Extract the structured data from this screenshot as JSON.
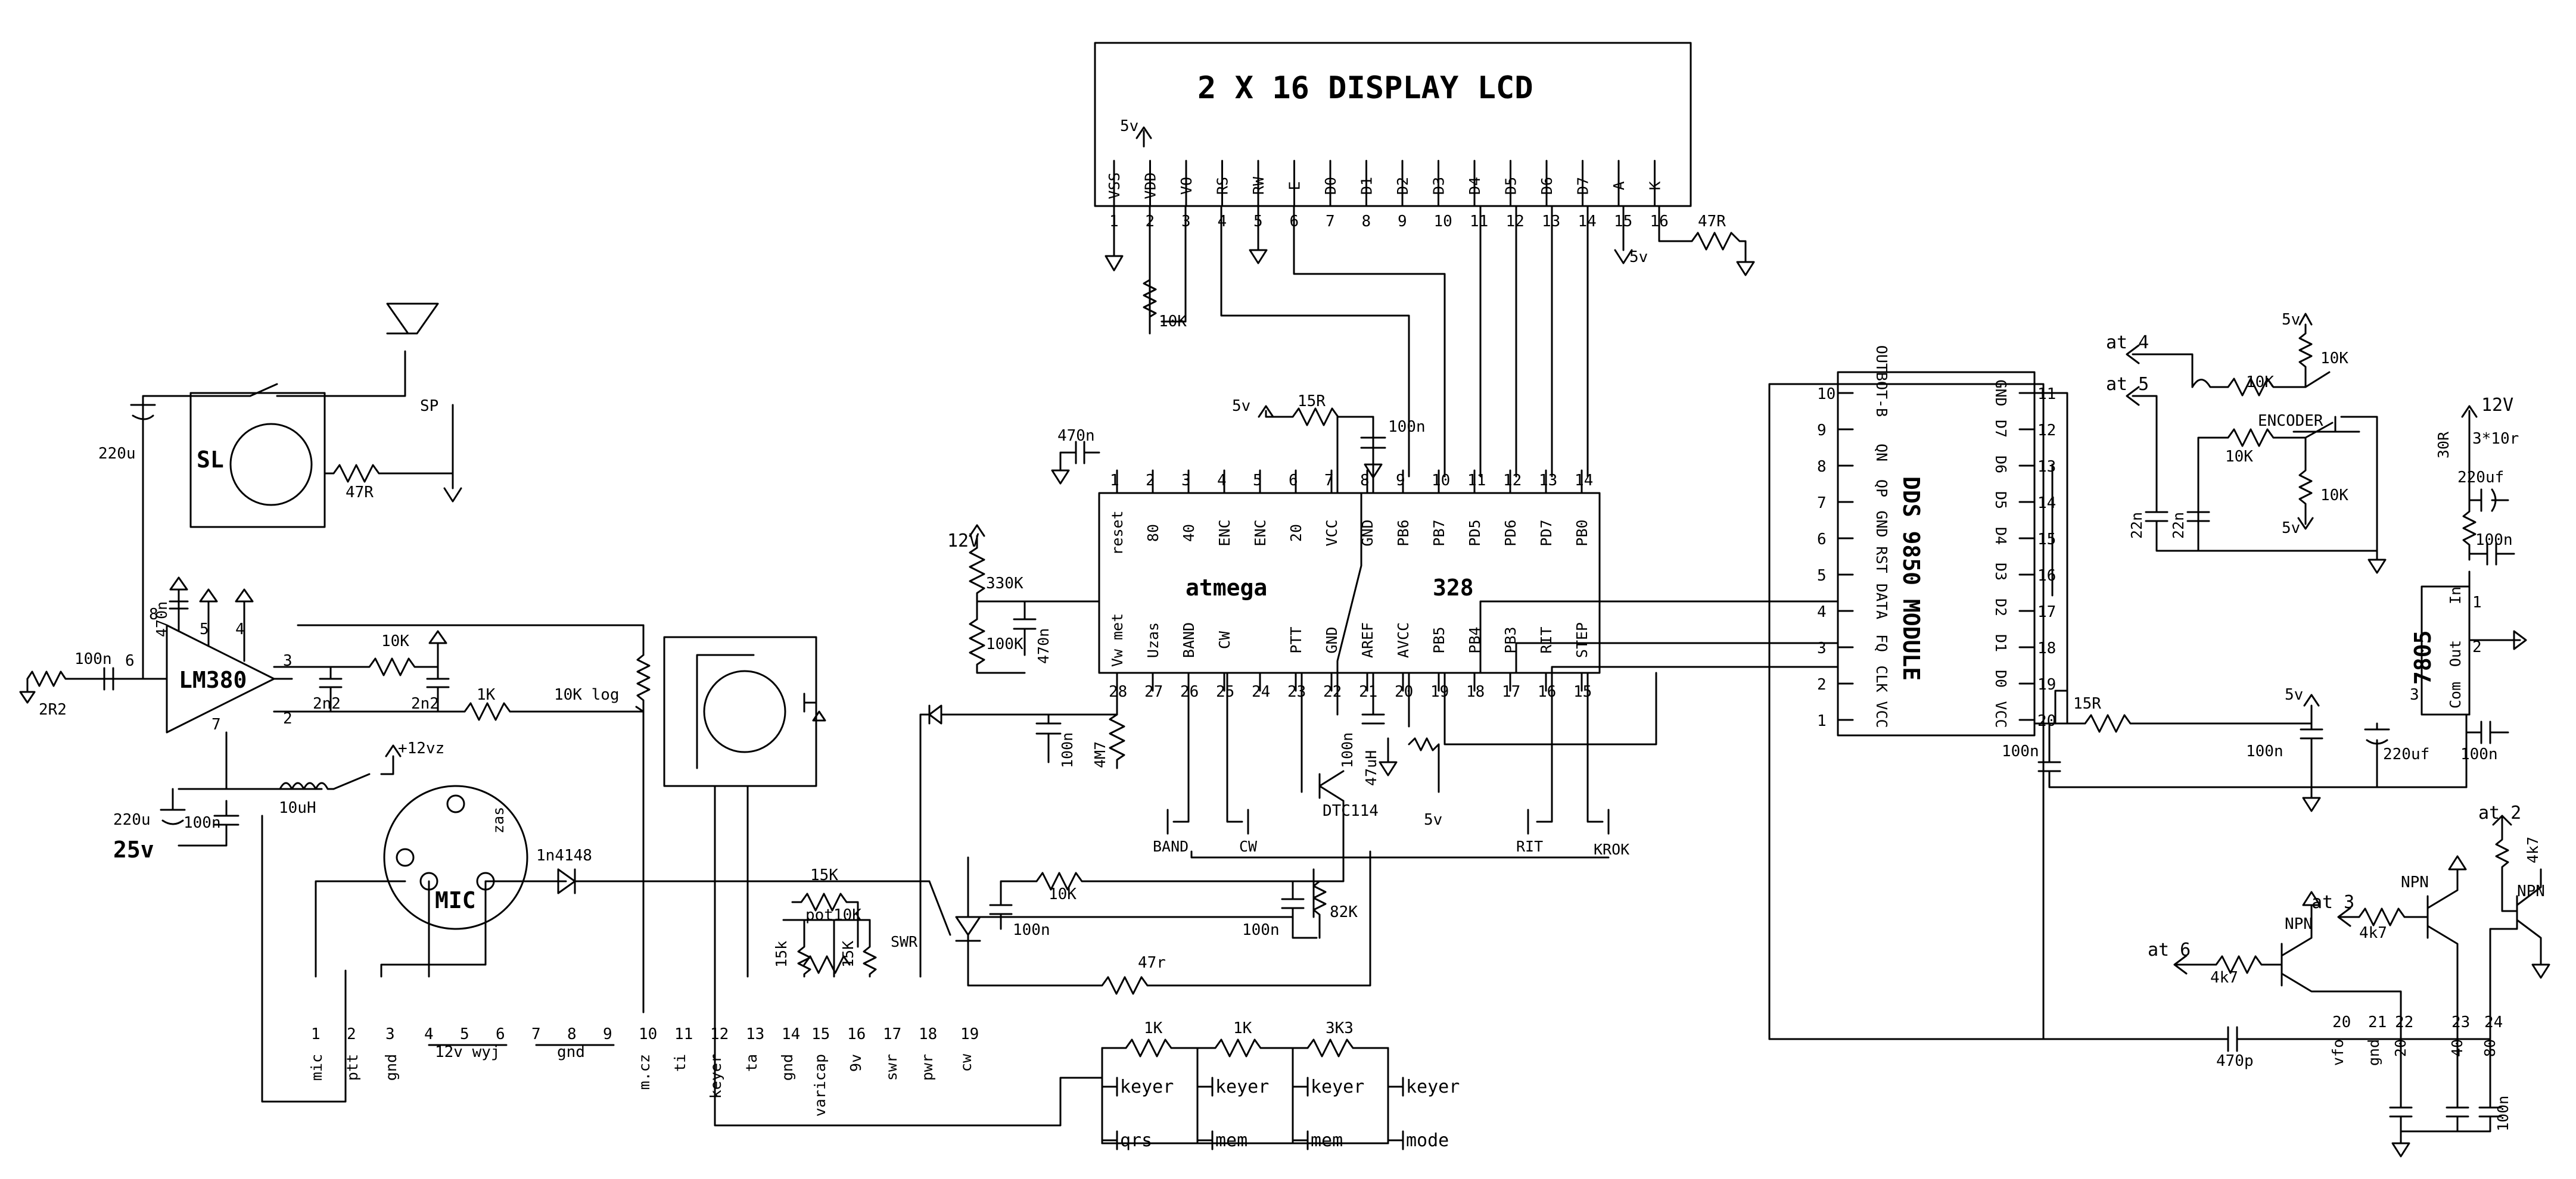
{
  "lcd": {
    "title": "2 X 16 DISPLAY LCD",
    "pins": [
      "VSS",
      "VDD",
      "VO",
      "RS",
      "RW",
      "E",
      "D0",
      "D1",
      "D2",
      "D3",
      "D4",
      "D5",
      "D6",
      "D7",
      "A",
      "K"
    ],
    "pin_numbers": [
      "1",
      "2",
      "3",
      "4",
      "5",
      "6",
      "7",
      "8",
      "9",
      "10",
      "11",
      "12",
      "13",
      "14",
      "15",
      "16"
    ],
    "supply": "5v",
    "supply_pin15": "5v",
    "pot": "10K",
    "backlight_res": "47R"
  },
  "mcu": {
    "name_left": "atmega",
    "name_right": "328",
    "top_labels": [
      "reset",
      "80",
      "40",
      "ENC",
      "ENC",
      "20",
      "VCC",
      "GND",
      "PB6",
      "PB7",
      "PD5",
      "PD6",
      "PD7",
      "PB0"
    ],
    "top_numbers": [
      "1",
      "2",
      "3",
      "4",
      "5",
      "6",
      "7",
      "8",
      "9",
      "10",
      "11",
      "12",
      "13",
      "14"
    ],
    "bottom_labels": [
      "Vw met",
      "Uzas",
      "BAND",
      "CW",
      "",
      "PTT",
      "GND",
      "AREF",
      "AVCC",
      "PB5",
      "PB4",
      "PB3",
      "RIT",
      "STEP"
    ],
    "bottom_numbers": [
      "28",
      "27",
      "26",
      "25",
      "24",
      "23",
      "22",
      "21",
      "20",
      "19",
      "18",
      "17",
      "16",
      "15"
    ],
    "c_reset": "470n",
    "r_vcc": "15R",
    "c_vcc": "100n",
    "supply": "5v",
    "r_div1": "330K",
    "r_div2": "100K",
    "c_div": "470n",
    "supply_div": "12V",
    "c28": "100n",
    "r28": "4M7",
    "c_aref": "100n",
    "l_avcc": "47uH",
    "supply_avcc": "5v",
    "transistor": "DTC114",
    "sw_band": "BAND",
    "sw_cw": "CW",
    "sw_rit": "RIT",
    "sw_krok": "KROK"
  },
  "audio": {
    "amp": "LM380",
    "pin_labels": [
      "8",
      "5",
      "4",
      "3",
      "2",
      "6",
      "7"
    ],
    "c_in1": "100n",
    "r_in": "2R2",
    "c_470n": "470n",
    "c_2n2a": "2n2",
    "c_2n2b": "2n2",
    "r10k": "10K",
    "r1k": "1K",
    "pot": "10K log",
    "c_out": "220u",
    "speaker": "SP",
    "sl_label": "SL",
    "r47": "47R",
    "c_sup1": "220u",
    "c_sup2": "100n",
    "inductor": "10uH",
    "supply_switch": "+12vz",
    "voltage": "25v"
  },
  "mic": {
    "label": "MIC",
    "zas": "zas",
    "diode": "1n4148"
  },
  "mid": {
    "r15k": "15K",
    "pot": "pot10K",
    "r15k_l": "15k",
    "r15k_r": "15K",
    "swr": "SWR",
    "r10k": "10K",
    "c100n": "100n",
    "c100n_b": "100n",
    "r82k": "82K",
    "r47r": "47r"
  },
  "connector": {
    "numbers": [
      "1",
      "2",
      "3",
      "4",
      "5",
      "6",
      "7",
      "8",
      "9",
      "10",
      "11",
      "12",
      "13",
      "14",
      "15",
      "16",
      "17",
      "18",
      "19"
    ],
    "labels": [
      "mic",
      "ptt",
      "gnd",
      "12v wyj",
      "gnd",
      "m.cz",
      "ti",
      "keyer",
      "ta",
      "gnd",
      "varicap",
      "9v",
      "swr",
      "pwr",
      "cw"
    ]
  },
  "keyer": {
    "resistors": [
      "1K",
      "1K",
      "3K3"
    ],
    "top_buttons": [
      "keyer",
      "keyer",
      "keyer",
      "keyer"
    ],
    "bottom_labels": [
      "qrs",
      "mem",
      "mem",
      "mode"
    ]
  },
  "dds": {
    "title": "DDS 9850 MODULE",
    "left_labels": [
      "OUTBOT-B",
      "QN",
      "QP",
      "GND",
      "RST",
      "DATA",
      "FQ",
      "CLK",
      "VCC"
    ],
    "right_labels": [
      "GND",
      "D7",
      "D6",
      "D5",
      "D4",
      "D3",
      "D2",
      "D1",
      "D0",
      "VCC"
    ],
    "left_numbers": [
      "10",
      "9",
      "8",
      "7",
      "6",
      "5",
      "4",
      "3",
      "2",
      "1"
    ],
    "right_numbers": [
      "11",
      "12",
      "13",
      "14",
      "15",
      "16",
      "17",
      "18",
      "19",
      "20"
    ],
    "r15r": "15R",
    "c100n_a": "100n",
    "c100n_b": "100n",
    "supply": "5v",
    "c220": "220uf"
  },
  "regulator": {
    "name": "7805",
    "pins": [
      "In",
      "Out",
      "Com"
    ],
    "pin_numbers": [
      "1",
      "2",
      "3"
    ],
    "r30r": "30R",
    "r_label": "3*10r",
    "supply": "12V",
    "c220": "220uf",
    "c100n": "100n",
    "c100n_b": "100n"
  },
  "encoder": {
    "label": "ENCODER",
    "at4": "at 4",
    "at5": "at 5",
    "r10k_a": "10K",
    "r10k_b": "10K",
    "r10k_c": "10K",
    "r10k_d": "10K",
    "c22n_a": "22n",
    "c22n_b": "22n",
    "supply_top": "5v",
    "supply_bot": "5v"
  },
  "bottom_right": {
    "at2": "at 2",
    "at3": "at 3",
    "at6": "at 6",
    "r4k7_a": "4k7",
    "r4k7_b": "4k7",
    "r4k7_c": "4k7",
    "npn1": "NPN",
    "npn2": "NPN",
    "npn3": "NPN",
    "c470p": "470p",
    "conn_numbers": [
      "20",
      "21",
      "22",
      "23",
      "24"
    ],
    "conn_labels": [
      "vfo",
      "gnd",
      "20",
      "40",
      "80"
    ],
    "c100n": "100n"
  }
}
